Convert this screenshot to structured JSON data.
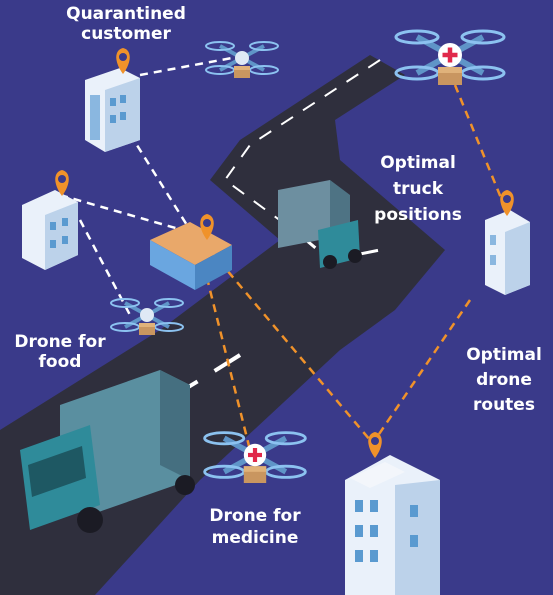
{
  "labels": {
    "quarantined": [
      "Quarantined",
      "customer"
    ],
    "truck_positions": [
      "Optimal",
      "truck",
      "positions"
    ],
    "drone_food": [
      "Drone for",
      "food"
    ],
    "drone_routes": [
      "Optimal",
      "drone",
      "routes"
    ],
    "drone_medicine": [
      "Drone for",
      "medicine"
    ]
  },
  "colors": {
    "background": "#3a3a8a",
    "road": "#2f2f3d",
    "road_marking": "#ffffff",
    "route_white": "#ffffff",
    "route_orange": "#f0922a",
    "pin": "#f0922a",
    "truck_body": "#5a8fa0",
    "truck_cab": "#2f8b9a",
    "drone_arm": "#6aa6e0",
    "package": "#c99660",
    "cross": "#e0294a"
  },
  "icons": [
    "map-pin-icon",
    "drone-icon",
    "truck-icon",
    "building-icon",
    "warehouse-icon",
    "medical-cross-icon",
    "package-icon"
  ]
}
